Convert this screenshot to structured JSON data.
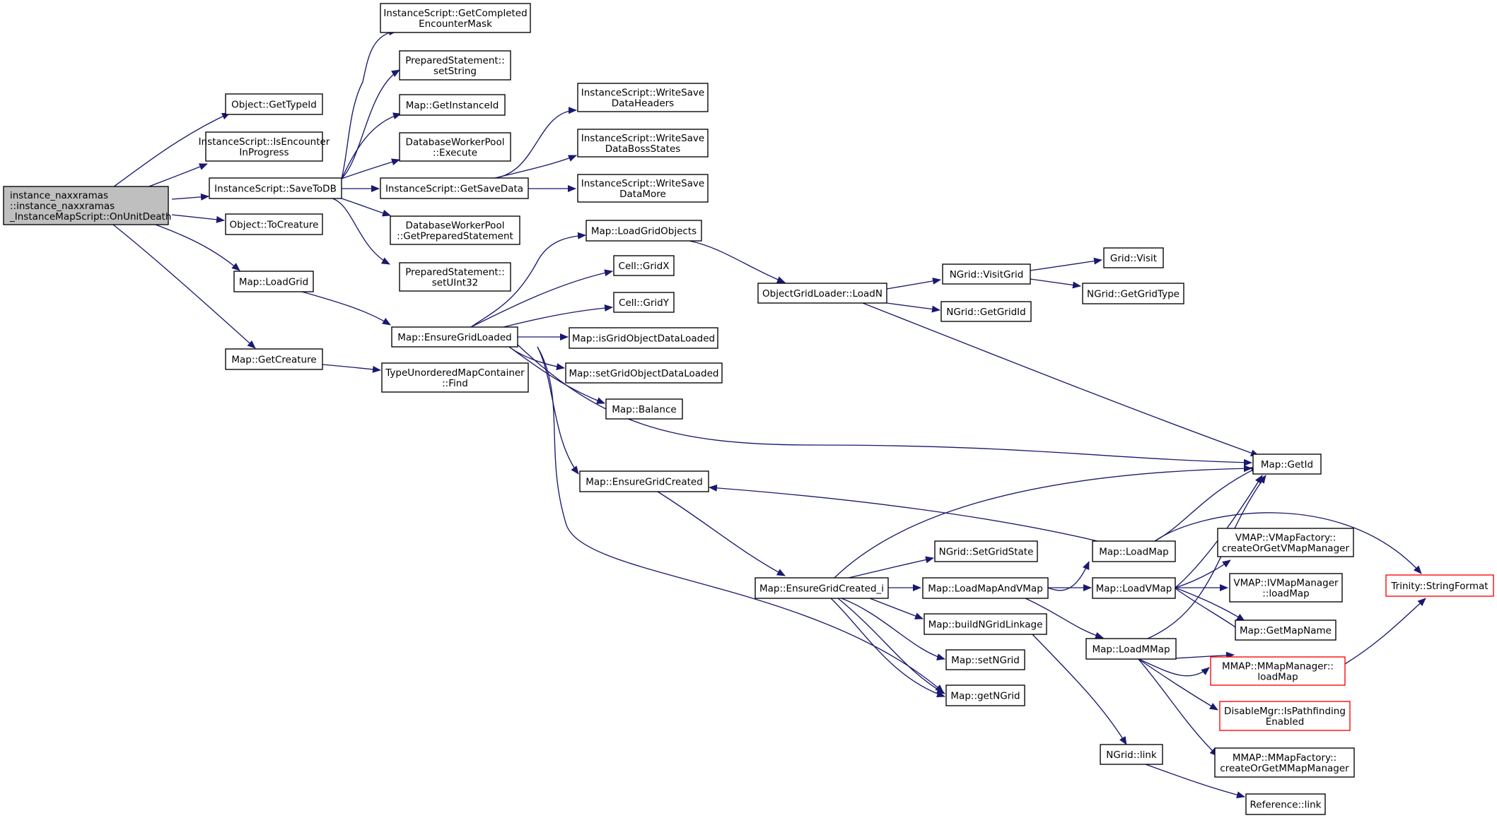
{
  "nodes": [
    {
      "id": "root",
      "lines": [
        "instance_naxxramas",
        "::instance_naxxramas",
        "_InstanceMapScript::OnUnitDeath"
      ],
      "style": "root"
    },
    {
      "id": "gettypeid",
      "lines": [
        "Object::GetTypeId"
      ]
    },
    {
      "id": "isencounter",
      "lines": [
        "InstanceScript::IsEncounter",
        "InProgress"
      ]
    },
    {
      "id": "savetodb",
      "lines": [
        "InstanceScript::SaveToDB"
      ]
    },
    {
      "id": "tocreature",
      "lines": [
        "Object::ToCreature"
      ]
    },
    {
      "id": "loadgrid",
      "lines": [
        "Map::LoadGrid"
      ]
    },
    {
      "id": "getcreature",
      "lines": [
        "Map::GetCreature"
      ]
    },
    {
      "id": "getcompleted",
      "lines": [
        "InstanceScript::GetCompleted",
        "EncounterMask"
      ]
    },
    {
      "id": "setstring",
      "lines": [
        "PreparedStatement::",
        "setString"
      ]
    },
    {
      "id": "getinstanceid",
      "lines": [
        "Map::GetInstanceId"
      ]
    },
    {
      "id": "dbexecute",
      "lines": [
        "DatabaseWorkerPool",
        "::Execute"
      ]
    },
    {
      "id": "getsavedata",
      "lines": [
        "InstanceScript::GetSaveData"
      ]
    },
    {
      "id": "getprepared",
      "lines": [
        "DatabaseWorkerPool",
        "::GetPreparedStatement"
      ]
    },
    {
      "id": "setuint32",
      "lines": [
        "PreparedStatement::",
        "setUInt32"
      ]
    },
    {
      "id": "ensuregridloaded",
      "lines": [
        "Map::EnsureGridLoaded"
      ]
    },
    {
      "id": "tumfind",
      "lines": [
        "TypeUnorderedMapContainer",
        "::Find"
      ]
    },
    {
      "id": "writeheaders",
      "lines": [
        "InstanceScript::WriteSave",
        "DataHeaders"
      ]
    },
    {
      "id": "writeboss",
      "lines": [
        "InstanceScript::WriteSave",
        "DataBossStates"
      ]
    },
    {
      "id": "writemore",
      "lines": [
        "InstanceScript::WriteSave",
        "DataMore"
      ]
    },
    {
      "id": "loadgridobjects",
      "lines": [
        "Map::LoadGridObjects"
      ]
    },
    {
      "id": "gridx",
      "lines": [
        "Cell::GridX"
      ]
    },
    {
      "id": "gridy",
      "lines": [
        "Cell::GridY"
      ]
    },
    {
      "id": "isgridloaded",
      "lines": [
        "Map::isGridObjectDataLoaded"
      ]
    },
    {
      "id": "setgridloaded",
      "lines": [
        "Map::setGridObjectDataLoaded"
      ]
    },
    {
      "id": "balance",
      "lines": [
        "Map::Balance"
      ]
    },
    {
      "id": "ensuregridcreated",
      "lines": [
        "Map::EnsureGridCreated"
      ]
    },
    {
      "id": "ensuregridcreated_i",
      "lines": [
        "Map::EnsureGridCreated_i"
      ]
    },
    {
      "id": "objgridloadn",
      "lines": [
        "ObjectGridLoader::LoadN"
      ]
    },
    {
      "id": "visitgrid",
      "lines": [
        "NGrid::VisitGrid"
      ]
    },
    {
      "id": "getgridid",
      "lines": [
        "NGrid::GetGridId"
      ]
    },
    {
      "id": "gridvisit",
      "lines": [
        "Grid::Visit"
      ]
    },
    {
      "id": "getgridtype",
      "lines": [
        "NGrid::GetGridType"
      ]
    },
    {
      "id": "getid",
      "lines": [
        "Map::GetId"
      ]
    },
    {
      "id": "setgridstate",
      "lines": [
        "NGrid::SetGridState"
      ]
    },
    {
      "id": "loadmapandvmap",
      "lines": [
        "Map::LoadMapAndVMap"
      ]
    },
    {
      "id": "buildngridlinkage",
      "lines": [
        "Map::buildNGridLinkage"
      ]
    },
    {
      "id": "setngrid",
      "lines": [
        "Map::setNGrid"
      ]
    },
    {
      "id": "getngrid",
      "lines": [
        "Map::getNGrid"
      ]
    },
    {
      "id": "loadmap",
      "lines": [
        "Map::LoadMap"
      ]
    },
    {
      "id": "loadvmap",
      "lines": [
        "Map::LoadVMap"
      ]
    },
    {
      "id": "loadmmap",
      "lines": [
        "Map::LoadMMap"
      ]
    },
    {
      "id": "ngridlink",
      "lines": [
        "NGrid::link"
      ]
    },
    {
      "id": "vmapfactory",
      "lines": [
        "VMAP::VMapFactory::",
        "createOrGetVMapManager"
      ]
    },
    {
      "id": "ivmaploadmap",
      "lines": [
        "VMAP::IVMapManager",
        "::loadMap"
      ]
    },
    {
      "id": "getmapname",
      "lines": [
        "Map::GetMapName"
      ]
    },
    {
      "id": "mmaploadmap",
      "lines": [
        "MMAP::MMapManager::",
        "loadMap"
      ],
      "style": "red"
    },
    {
      "id": "pathfinding",
      "lines": [
        "DisableMgr::IsPathfinding",
        "Enabled"
      ],
      "style": "red"
    },
    {
      "id": "mmapfactory",
      "lines": [
        "MMAP::MMapFactory::",
        "createOrGetMMapManager"
      ]
    },
    {
      "id": "reflink",
      "lines": [
        "Reference::link"
      ]
    },
    {
      "id": "stringformat",
      "lines": [
        "Trinity::StringFormat"
      ],
      "style": "red"
    }
  ]
}
